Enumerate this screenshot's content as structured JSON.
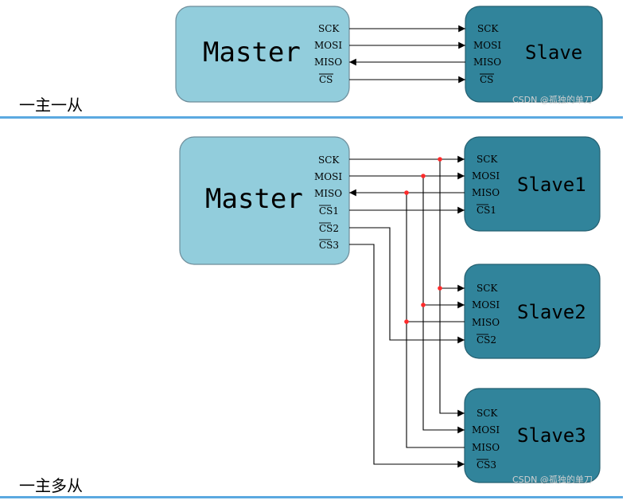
{
  "top": {
    "master": {
      "title": "Master",
      "pins": [
        "SCK",
        "MOSI",
        "MISO",
        "CS"
      ]
    },
    "slave": {
      "title": "Slave",
      "pins": [
        "SCK",
        "MOSI",
        "MISO",
        "CS"
      ]
    },
    "caption": "一主一从",
    "watermark": "CSDN @孤独的单刀"
  },
  "bottom": {
    "master": {
      "title": "Master",
      "pins": [
        "SCK",
        "MOSI",
        "MISO",
        "CS1",
        "CS2",
        "CS3"
      ]
    },
    "slaves": [
      {
        "title": "Slave1",
        "pins": [
          "SCK",
          "MOSI",
          "MISO",
          "CS1"
        ]
      },
      {
        "title": "Slave2",
        "pins": [
          "SCK",
          "MOSI",
          "MISO",
          "CS2"
        ]
      },
      {
        "title": "Slave3",
        "pins": [
          "SCK",
          "MOSI",
          "MISO",
          "CS3"
        ]
      }
    ],
    "caption": "一主多从",
    "watermark": "CSDN @孤独的单刀"
  },
  "colors": {
    "master_fill": "#92cddc",
    "slave_fill": "#31849b",
    "junction_dot": "#ff2a2a",
    "divider": "#5ba9e0"
  }
}
